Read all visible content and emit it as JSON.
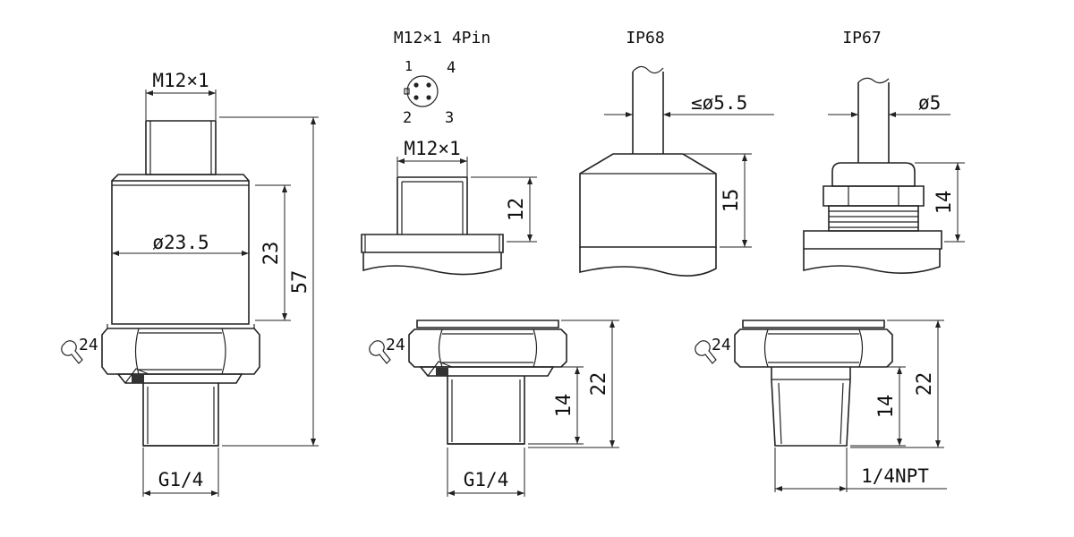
{
  "labels": {
    "conn_title": "M12×1 4Pin",
    "ip68_title": "IP68",
    "ip67_title": "IP67",
    "thread_m12_main": "M12×1",
    "thread_m12_conn": "M12×1",
    "pin1": "1",
    "pin2": "2",
    "pin3": "3",
    "pin4": "4",
    "dia_body": "ø23.5",
    "dim_23": "23",
    "dim_57": "57",
    "hex_24_a": "24",
    "hex_24_b": "24",
    "hex_24_c": "24",
    "g14_a": "G1/4",
    "g14_b": "G1/4",
    "dim_12": "12",
    "dim_15": "15",
    "dim_14_ip67": "14",
    "cable_ip68": "≤ø5.5",
    "cable_ip67": "ø5",
    "dim_22_a": "22",
    "dim_14_a": "14",
    "dim_22_b": "22",
    "dim_14_b": "14",
    "npt": "1/4NPT"
  },
  "colors": {
    "line": "#222222",
    "background": "#ffffff"
  }
}
